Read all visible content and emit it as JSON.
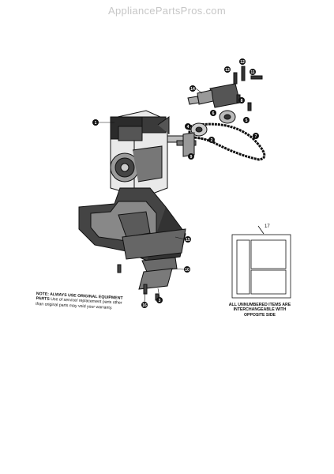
{
  "watermark": "AppliancePartsPros.com",
  "callouts": [
    "1",
    "2",
    "3",
    "4",
    "5",
    "6",
    "7",
    "8",
    "9",
    "10",
    "11",
    "12",
    "13",
    "14",
    "15",
    "16",
    "17"
  ],
  "note": {
    "bold": "NOTE: ALWAYS USE ORIGINAL EQUIPMENT PARTS",
    "rest": "Use of service/ replacement parts other than original parts may void your warranty."
  },
  "label_17": "17",
  "interchangeable_note": "ALL UNNUMBERED ITEMS ARE INTERCHANGEABLE WITH OPPOSITE SIDE"
}
